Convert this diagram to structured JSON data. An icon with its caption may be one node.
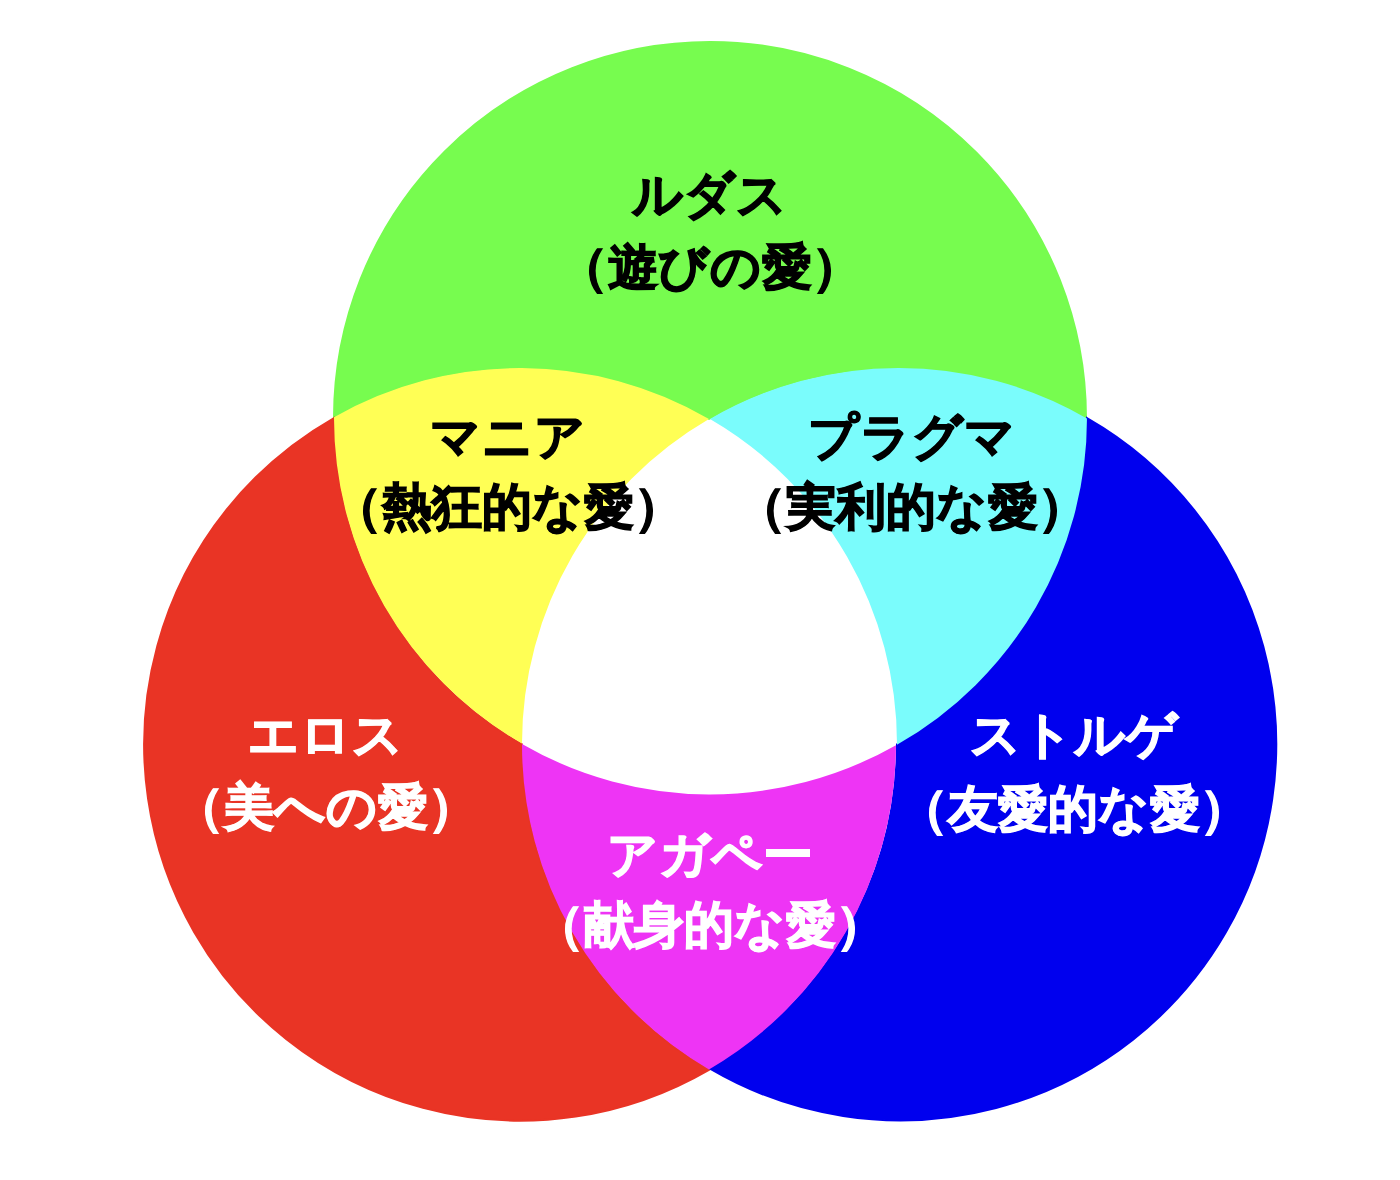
{
  "diagram": {
    "nodes": [
      {
        "text": [
          "ルダス",
          "（遊びの愛）"
        ]
      },
      {
        "text": [
          "マニア",
          "（熱狂的な愛）"
        ]
      },
      {
        "text": [
          "プラグマ",
          "（実利的な愛）"
        ]
      },
      {
        "text": [
          "エロス",
          "（美への愛）"
        ]
      },
      {
        "text": [
          "ストルゲ",
          "（友愛的な愛）"
        ]
      },
      {
        "text": [
          "アガペー",
          "（献身的な愛）"
        ]
      }
    ]
  }
}
